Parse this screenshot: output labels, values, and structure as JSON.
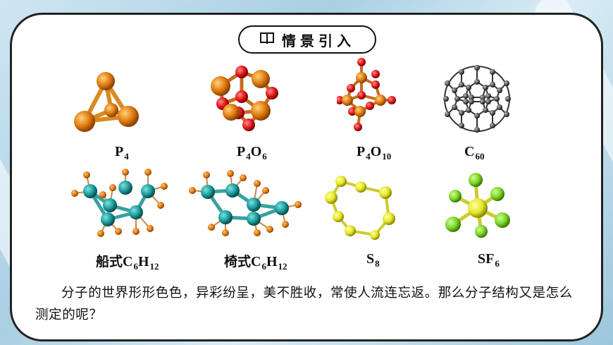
{
  "slide": {
    "section_title": "情景引入",
    "section_icon": "book-icon"
  },
  "molecules": [
    {
      "id": "p4",
      "name": "P",
      "sub": "4"
    },
    {
      "id": "p4o6",
      "name": "P",
      "sub": "4",
      "name2": "O",
      "sub2": "6"
    },
    {
      "id": "p4o10",
      "name": "P",
      "sub": "4",
      "name2": "O",
      "sub2": "10"
    },
    {
      "id": "c60",
      "name": "C",
      "sub": "60"
    },
    {
      "id": "boat",
      "prefix": "船式",
      "name": "C",
      "sub": "6",
      "name2": "H",
      "sub2": "12"
    },
    {
      "id": "chair",
      "prefix": "椅式",
      "name": "C",
      "sub": "6",
      "name2": "H",
      "sub2": "12"
    },
    {
      "id": "s8",
      "name": "S",
      "sub": "8"
    },
    {
      "id": "sf6",
      "name": "SF",
      "sub": "6"
    }
  ],
  "paragraph": "分子的世界形形色色，异彩纷呈，美不胜收，常使人流连忘返。那么分子结构又是怎么测定的呢？",
  "colors": {
    "phosphorus": "#e07a10",
    "oxygen": "#e01818",
    "carbon": "#1a9c9c",
    "hydrogen": "#e07a10",
    "sulfur": "#e6e62a",
    "fluorine": "#7cd42a",
    "c60": "#555555"
  }
}
